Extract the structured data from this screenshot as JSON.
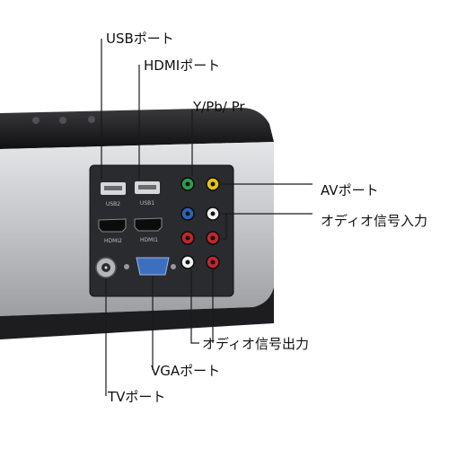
{
  "labels": {
    "usb": "USBポート",
    "hdmi": "HDMIポート",
    "component": "Y/Pb/ Pr",
    "av": "AVポート",
    "audio_in": "オディオ信号入力",
    "audio_out": "オディオ信号出力",
    "vga": "VGAポート",
    "tv": "TVポート"
  },
  "panel_labels": {
    "usb1": "USB1",
    "usb2": "USB2",
    "hdmi1": "HDMI1",
    "hdmi2": "HDMI2"
  },
  "colors": {
    "body_silver": "#c9cacc",
    "top_black": "#1c1c1e",
    "panel": "#2a2b2e",
    "callout_line": "#1a1a1a",
    "jack_green": "#2e9b4e",
    "jack_blue": "#2f63b8",
    "jack_red": "#c0272d",
    "jack_yellow": "#e8c21a",
    "jack_white": "#f2f2f2"
  }
}
